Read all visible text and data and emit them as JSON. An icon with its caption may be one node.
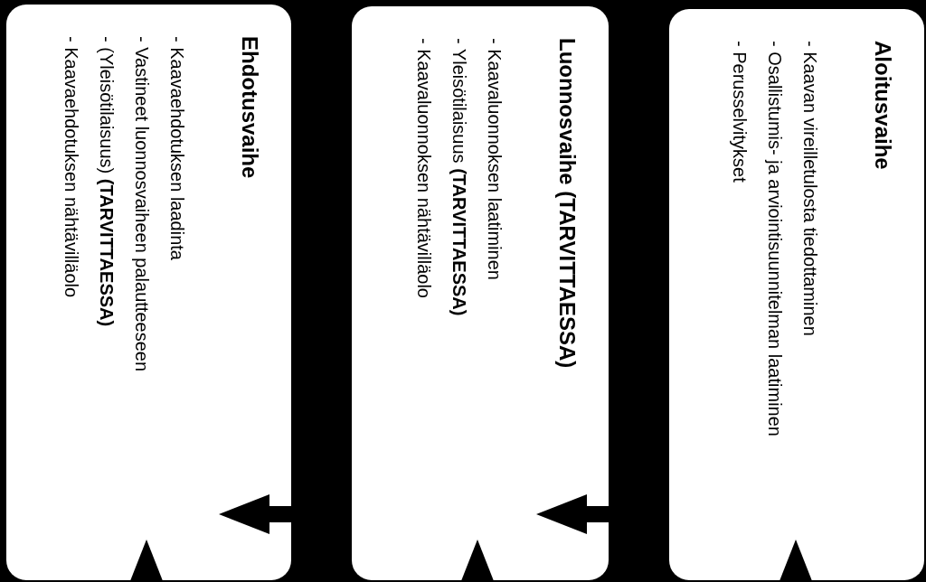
{
  "diagram": {
    "nodes": [
      {
        "text": [
          "Aloitusvaihe",
          "- Kaavan vireilletulosta tiedottaminen",
          "- Osallistumis- ja arviointisuunnitelman laatiminen",
          "- Perusselvitykset"
        ]
      },
      {
        "text": [
          "Luonnosvaihe (TARVITTAESSA)",
          "- Kaavaluonnoksen laatiminen",
          "- Yleisötilaisuus **(TARVITTAESSA)**",
          "- Kaavaluonnoksen nähtävilläolo"
        ]
      },
      {
        "text": [
          "Ehdotusvaihe",
          "- Kaavaehdotuksen laadinta",
          "- Vastineet luonnosvaiheen palautteeseen",
          "- (Yleisötilaisuus) **(TARVITTAESSA)**",
          "- Kaavaehdotuksen nähtävilläolo"
        ]
      }
    ],
    "edges": [
      {
        "from": 0,
        "to": 1,
        "arrow": "to"
      },
      {
        "from": 1,
        "to": 2,
        "arrow": "to"
      },
      {
        "from": null,
        "to": 0,
        "arrow": "to"
      },
      {
        "from": null,
        "to": 1,
        "arrow": "to"
      },
      {
        "from": null,
        "to": 2,
        "arrow": "to"
      }
    ]
  }
}
